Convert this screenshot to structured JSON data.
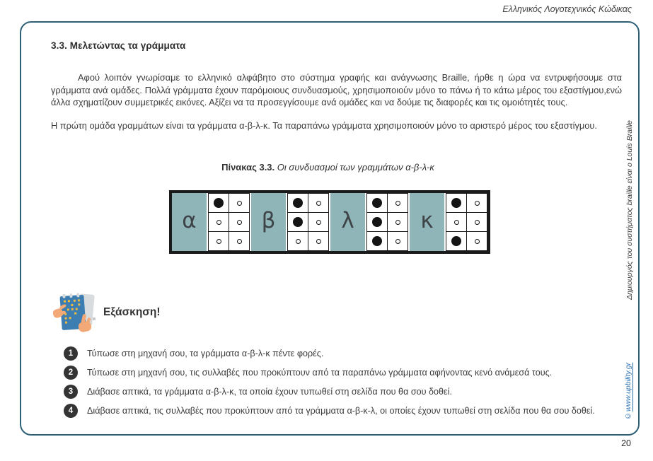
{
  "page": {
    "header": "Ελληνικός Λογοτεχνικός Κώδικας",
    "page_number": "20"
  },
  "content": {
    "section_title": "3.3. Μελετώντας τα γράμματα",
    "paragraph1": "Αφού λοιπόν γνωρίσαμε το ελληνικό αλφάβητο στο σύστημα γραφής και ανάγνωσης Braille, ήρθε η ώρα να εντρυφήσουμε στα γράμματα ανά ομάδες. Πολλά γράμματα έχουν παρόμοιους συνδυασμούς, χρησιμοποιούν μόνο το πάνω ή το κάτω μέρος του εξαστίγμου,ενώ άλλα σχηματίζουν συμμετρικές εικόνες. Αξίζει να τα προσεγγίσουμε ανά ομάδες και να δούμε τις διαφορές και τις ομοιότητές τους.",
    "paragraph2": "Η πρώτη ομάδα γραμμάτων είναι τα γράμματα α-β-λ-κ. Τα παραπάνω γράμματα χρησιμοποιούν μόνο το αριστερό μέρος του εξαστίγμου.",
    "table_caption_label": "Πίνακας 3.3.",
    "table_caption_text": " Οι συνδυασμοί των γραμμάτων α-β-λ-κ"
  },
  "braille_table": {
    "cells": [
      {
        "letter": "α",
        "filled_dots": [
          1
        ]
      },
      {
        "letter": "β",
        "filled_dots": [
          1,
          2
        ]
      },
      {
        "letter": "λ",
        "filled_dots": [
          1,
          2,
          3
        ]
      },
      {
        "letter": "κ",
        "filled_dots": [
          1,
          3
        ]
      }
    ]
  },
  "exercise": {
    "label": "Εξάσκηση!",
    "items": [
      {
        "num": "1",
        "text": "Τύπωσε στη μηχανή σου, τα γράμματα α-β-λ-κ πέντε φορές."
      },
      {
        "num": "2",
        "text": "Τύπωσε στη μηχανή σου, τις συλλαβές που προκύπτουν από τα παραπάνω γράμματα αφήνοντας κενό ανάμεσά τους."
      },
      {
        "num": "3",
        "text": "Διάβασε απτικά, τα γράμματα α-β-λ-κ, τα οποία έχουν τυπωθεί στη σελίδα που θα σου δοθεί."
      },
      {
        "num": "4",
        "text": "Διάβασε απτικά, τις συλλαβές που προκύπτουν από τα γράμματα α-β-κ-λ, οι οποίες έχουν τυπωθεί στη σελίδα που θα σου δοθεί."
      }
    ]
  },
  "sidebar": {
    "note": "Δημιουργός του συστήματος braille είναι ο Louis Braille",
    "copyright_symbol": "© ",
    "copyright_link": "www.upbility.gr"
  },
  "colors": {
    "frame_border": "#2e6178",
    "table_border": "#1a1a1a",
    "cell_bg": "#8fb5b9",
    "badge_bg": "#343434",
    "link_blue": "#2e74b5",
    "icon_blue": "#3d7eb2",
    "icon_yellow": "#edb93f",
    "icon_skin": "#f3a977",
    "icon_gray": "#d8dcdf"
  }
}
